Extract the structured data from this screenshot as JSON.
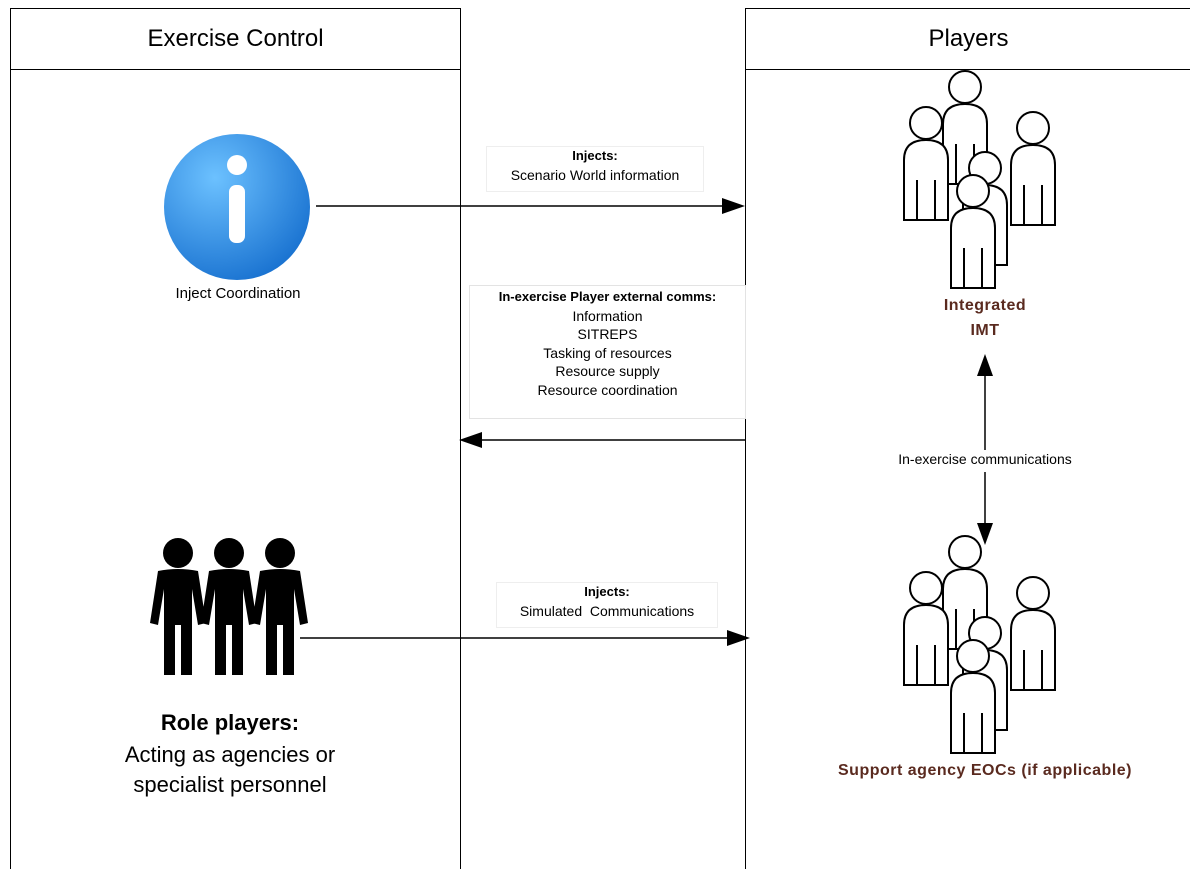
{
  "lanes": {
    "left": {
      "title": "Exercise Control"
    },
    "right": {
      "title": "Players"
    }
  },
  "inject_coordination": {
    "icon": "info-icon",
    "label": "Inject Coordination",
    "color": "#2b8be0"
  },
  "role_players": {
    "icon": "people-group-icon",
    "title": "Role players:",
    "line1": "Acting as agencies or",
    "line2": "specialist personnel"
  },
  "integrated_imt": {
    "icon": "people-group-outline-icon",
    "line1": "Integrated",
    "line2": "IMT"
  },
  "support_eocs": {
    "icon": "people-group-outline-icon",
    "label": "Support agency EOCs (if applicable)"
  },
  "flows": {
    "injects_world": {
      "head": "Injects:",
      "body": "Scenario World information"
    },
    "external_comms": {
      "head": "In-exercise Player external comms:",
      "items": [
        "Information",
        "SITREPS",
        "Tasking of resources",
        "Resource supply",
        "Resource coordination"
      ]
    },
    "injects_sim": {
      "head": "Injects:",
      "body": "Simulated  Communications"
    },
    "in_exercise": {
      "label": "In-exercise communications"
    }
  },
  "colors": {
    "accent_brown": "#5a2a1f",
    "info_blue": "#2b8be0"
  }
}
